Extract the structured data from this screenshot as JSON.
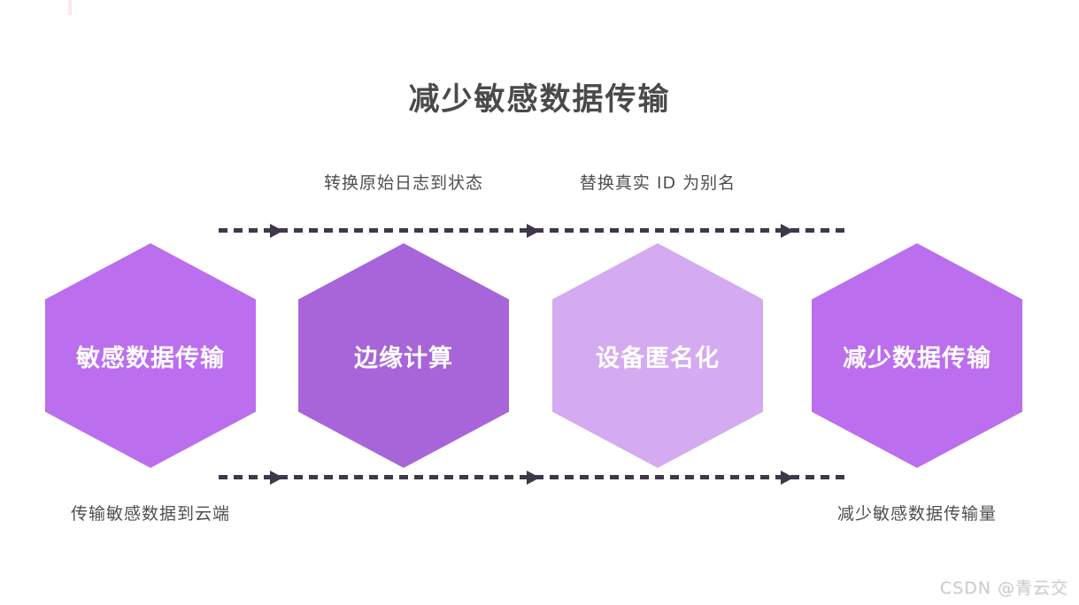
{
  "page": {
    "title": "减少敏感数据传输",
    "watermark": "CSDN @青云交"
  },
  "colors": {
    "background": "#ffffff",
    "line": "#3f3849",
    "title_text": "#4a4a4a",
    "annotation_text": "#4f4f4f",
    "hexagon_label_text": "#ffffff",
    "watermark_text": "#cdcdcd",
    "decorative_tick": "#fbe9e9"
  },
  "flow": {
    "top_annotations": [
      {
        "text": "转换原始日志到状态"
      },
      {
        "text": "替换真实 ID 为别名"
      }
    ],
    "steps": [
      {
        "label": "敏感数据传输",
        "color": "#bb6eee"
      },
      {
        "label": "边缘计算",
        "color": "#a765d9"
      },
      {
        "label": "设备匿名化",
        "color": "#d4aaf1"
      },
      {
        "label": "减少数据传输",
        "color": "#bb6eee"
      }
    ],
    "bottom_annotations": [
      {
        "text": "传输敏感数据到云端"
      },
      {
        "text": "减少敏感数据传输量"
      }
    ]
  }
}
